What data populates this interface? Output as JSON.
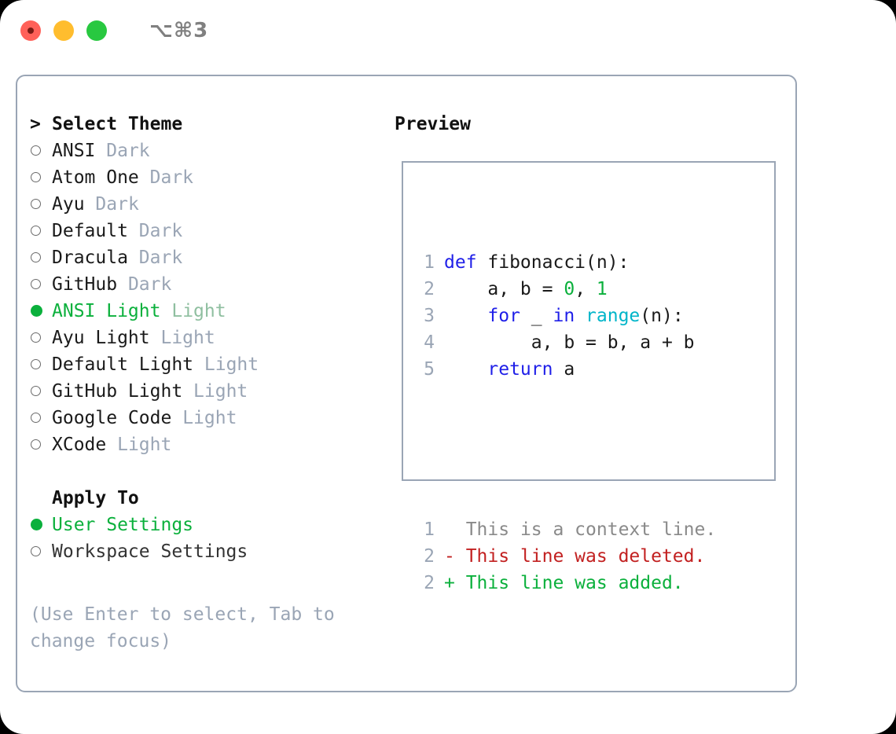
{
  "titlebar": {
    "shortcut": "⌥⌘3",
    "buttons": [
      "close",
      "minimize",
      "zoom"
    ]
  },
  "theme_list": {
    "heading_marker": ">",
    "heading": "Select Theme",
    "items": [
      {
        "name": "ANSI",
        "category": "Dark",
        "selected": false
      },
      {
        "name": "Atom One",
        "category": "Dark",
        "selected": false
      },
      {
        "name": "Ayu",
        "category": "Dark",
        "selected": false
      },
      {
        "name": "Default",
        "category": "Dark",
        "selected": false
      },
      {
        "name": "Dracula",
        "category": "Dark",
        "selected": false
      },
      {
        "name": "GitHub",
        "category": "Dark",
        "selected": false
      },
      {
        "name": "ANSI Light",
        "category": "Light",
        "selected": true
      },
      {
        "name": "Ayu Light",
        "category": "Light",
        "selected": false
      },
      {
        "name": "Default Light",
        "category": "Light",
        "selected": false
      },
      {
        "name": "GitHub Light",
        "category": "Light",
        "selected": false
      },
      {
        "name": "Google Code",
        "category": "Light",
        "selected": false
      },
      {
        "name": "XCode",
        "category": "Light",
        "selected": false
      }
    ]
  },
  "apply_to": {
    "heading": "Apply To",
    "options": [
      {
        "label": "User Settings",
        "selected": true
      },
      {
        "label": "Workspace Settings",
        "selected": false
      }
    ]
  },
  "hint": "(Use Enter to select, Tab to change focus)",
  "preview": {
    "title": "Preview",
    "code_lines": [
      {
        "num": "1",
        "tokens": [
          {
            "t": "def",
            "c": "kw"
          },
          {
            "t": " fibonacci(n):",
            "c": "plain"
          }
        ]
      },
      {
        "num": "2",
        "tokens": [
          {
            "t": "    a, b = ",
            "c": "plain"
          },
          {
            "t": "0",
            "c": "num"
          },
          {
            "t": ", ",
            "c": "plain"
          },
          {
            "t": "1",
            "c": "num"
          }
        ]
      },
      {
        "num": "3",
        "tokens": [
          {
            "t": "    ",
            "c": "plain"
          },
          {
            "t": "for",
            "c": "kw"
          },
          {
            "t": " _ ",
            "c": "plain"
          },
          {
            "t": "in",
            "c": "kw"
          },
          {
            "t": " ",
            "c": "plain"
          },
          {
            "t": "range",
            "c": "fn"
          },
          {
            "t": "(n):",
            "c": "plain"
          }
        ]
      },
      {
        "num": "4",
        "tokens": [
          {
            "t": "        a, b = b, a + b",
            "c": "plain"
          }
        ]
      },
      {
        "num": "5",
        "tokens": [
          {
            "t": "    ",
            "c": "plain"
          },
          {
            "t": "return",
            "c": "kw"
          },
          {
            "t": " a",
            "c": "plain"
          }
        ]
      }
    ],
    "diff_lines": [
      {
        "num": "1",
        "marker": "  ",
        "text": "This is a context line.",
        "kind": "d-ctx"
      },
      {
        "num": "2",
        "marker": "- ",
        "text": "This line was deleted.",
        "kind": "d-del"
      },
      {
        "num": "2",
        "marker": "+ ",
        "text": "This line was added.",
        "kind": "d-add"
      }
    ]
  },
  "colors": {
    "accent_green": "#0bb03c",
    "diff_red": "#c22020",
    "keyword_blue": "#1f1fe8",
    "function_cyan": "#00b5c9",
    "muted_gray": "#9aa5b5",
    "border": "#9aa5b5"
  }
}
